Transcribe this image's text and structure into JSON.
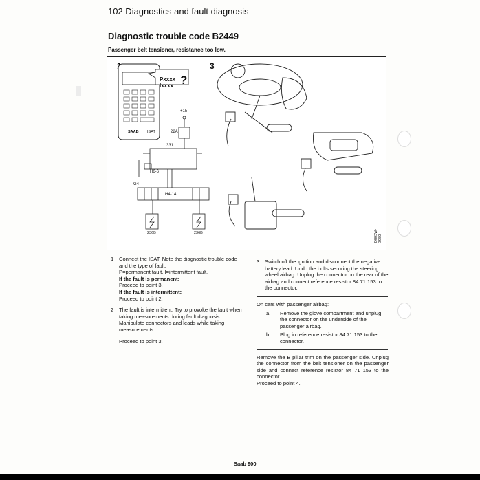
{
  "header": {
    "page_title": "102  Diagnostics and fault diagnosis"
  },
  "section": {
    "title": "Diagnostic trouble code B2449",
    "subtitle": "Passenger belt tensioner, resistance too low."
  },
  "figure": {
    "label_1": "1",
    "label_3": "3",
    "screen_line1": "Pxxxx",
    "screen_line2": "Ixxxx",
    "screen_q": "?",
    "brand": "SAAB",
    "device": "ISAT",
    "fuse_label": "+15",
    "fuse_ref": "22A",
    "module_ref": "331",
    "connector_h6": "H6-6",
    "ground_g4": "G4",
    "connector_h4": "H4-14",
    "part_236b_left": "236B",
    "part_236b_right": "236B",
    "drawing_code": "D803W-3950"
  },
  "steps_left": [
    {
      "num": "1",
      "lines": [
        "Connect the ISAT. Note the diagnostic trouble code and the type of fault.",
        "P=permanent fault, I=intermittent fault."
      ]
    },
    {
      "bold1": "If the fault is permanent:",
      "text1": "Proceed to point 3.",
      "bold2": "If the fault is intermittent:",
      "text2": "Proceed to point 2."
    },
    {
      "num": "2",
      "lines": [
        "The fault is intermittent. Try to provoke the fault when taking measurements during fault diagnosis.",
        "Manipulate connectors and leads while taking measurements."
      ]
    },
    {
      "text": "Proceed to point 3."
    }
  ],
  "steps_right": {
    "step3_num": "3",
    "step3_text": "Switch off the ignition and disconnect the negative battery lead. Undo the bolts securing the steering wheel airbag. Unplug the connector on the rear of the airbag and connect reference resistor 84 71 153 to the connector.",
    "passenger_intro": "On cars with passenger airbag:",
    "sub_a_num": "a.",
    "sub_a_text": "Remove the glove compartment and unplug the connector on the underside of the passenger airbag.",
    "sub_b_num": "b.",
    "sub_b_text": "Plug in reference resistor 84 71 153 to the connector.",
    "bpillar_text": "Remove the B pillar trim on the passenger side. Unplug the connector from the belt tensioner on the passenger side and connect reference resistor 84 71 153 to the connector.",
    "bpillar_proceed": "Proceed to point 4."
  },
  "footer": {
    "model": "Saab 900"
  }
}
